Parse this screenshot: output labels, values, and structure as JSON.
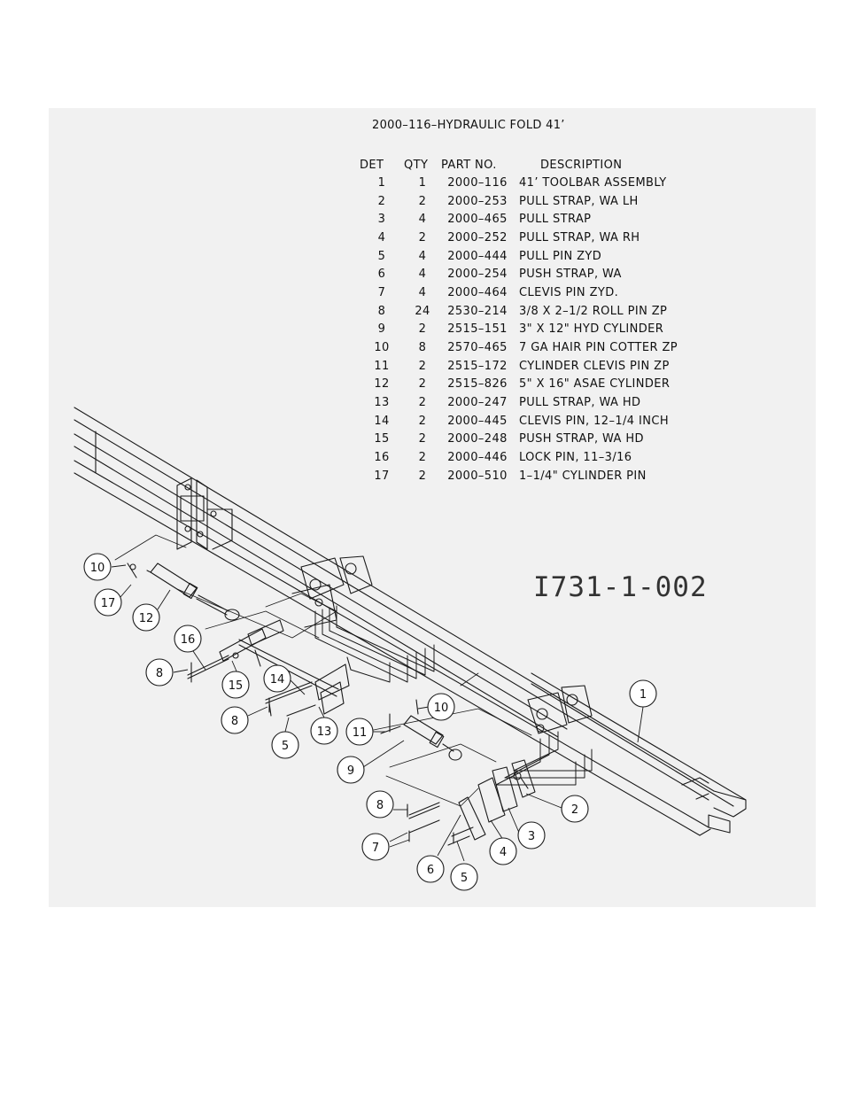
{
  "title": "2000–116–HYDRAULIC FOLD 41’",
  "drawing_number": "I731-1-002",
  "table": {
    "headers": {
      "det": "DET",
      "qty": "QTY",
      "part": "PART NO.",
      "desc": "DESCRIPTION"
    },
    "rows": [
      {
        "det": "1",
        "qty": "1",
        "part": "2000–116",
        "desc": "41’ TOOLBAR ASSEMBLY"
      },
      {
        "det": "2",
        "qty": "2",
        "part": "2000–253",
        "desc": "PULL STRAP, WA LH"
      },
      {
        "det": "3",
        "qty": "4",
        "part": "2000–465",
        "desc": "PULL STRAP"
      },
      {
        "det": "4",
        "qty": "2",
        "part": "2000–252",
        "desc": "PULL STRAP, WA RH"
      },
      {
        "det": "5",
        "qty": "4",
        "part": "2000–444",
        "desc": "PULL PIN ZYD"
      },
      {
        "det": "6",
        "qty": "4",
        "part": "2000–254",
        "desc": "PUSH STRAP, WA"
      },
      {
        "det": "7",
        "qty": "4",
        "part": "2000–464",
        "desc": "CLEVIS PIN ZYD."
      },
      {
        "det": "8",
        "qty": "24",
        "part": "2530–214",
        "desc": "3/8 X 2–1/2 ROLL PIN ZP"
      },
      {
        "det": "9",
        "qty": "2",
        "part": "2515–151",
        "desc": "3\" X 12\" HYD CYLINDER"
      },
      {
        "det": "10",
        "qty": "8",
        "part": "2570–465",
        "desc": "7 GA HAIR PIN COTTER ZP"
      },
      {
        "det": "11",
        "qty": "2",
        "part": "2515–172",
        "desc": "CYLINDER CLEVIS PIN ZP"
      },
      {
        "det": "12",
        "qty": "2",
        "part": "2515–826",
        "desc": "5\" X 16\" ASAE CYLINDER"
      },
      {
        "det": "13",
        "qty": "2",
        "part": "2000–247",
        "desc": "PULL STRAP, WA HD"
      },
      {
        "det": "14",
        "qty": "2",
        "part": "2000–445",
        "desc": "CLEVIS PIN, 12–1/4 INCH"
      },
      {
        "det": "15",
        "qty": "2",
        "part": "2000–248",
        "desc": "PUSH STRAP, WA HD"
      },
      {
        "det": "16",
        "qty": "2",
        "part": "2000–446",
        "desc": "LOCK PIN, 11–3/16"
      },
      {
        "det": "17",
        "qty": "2",
        "part": "2000–510",
        "desc": "1–1/4\" CYLINDER PIN"
      }
    ]
  },
  "callouts": [
    "10",
    "17",
    "12",
    "16",
    "8",
    "15",
    "14",
    "8",
    "5",
    "13",
    "10",
    "11",
    "9",
    "1",
    "2",
    "3",
    "4",
    "8",
    "7",
    "6",
    "5"
  ]
}
